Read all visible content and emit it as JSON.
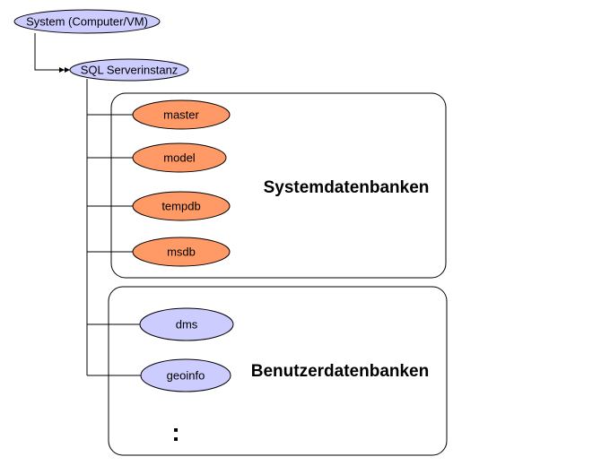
{
  "colors": {
    "system_fill": "#ccccff",
    "db_system_fill": "#ff9966",
    "db_user_fill": "#ccccff",
    "stroke": "#000000",
    "group_border": "#000000"
  },
  "nodes": {
    "system": "System (Computer/VM)",
    "instance": "SQL Serverinstanz"
  },
  "groups": {
    "system_dbs": {
      "label": "Systemdatenbanken",
      "items": [
        "master",
        "model",
        "tempdb",
        "msdb"
      ]
    },
    "user_dbs": {
      "label": "Benutzerdatenbanken",
      "items": [
        "dms",
        "geoinfo"
      ],
      "more": ":"
    }
  }
}
